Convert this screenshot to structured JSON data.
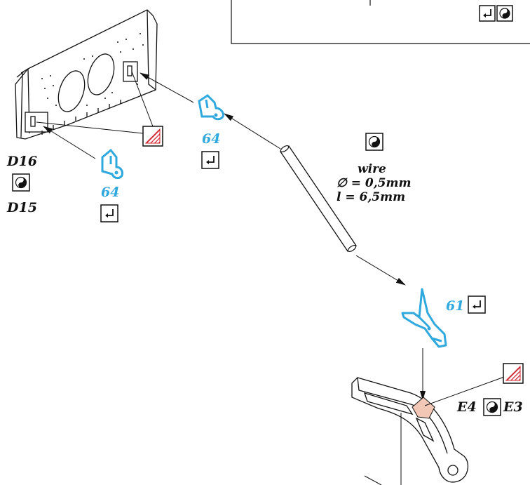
{
  "colors": {
    "part_blue": "#2fa8de",
    "paint_red": "#d0202e",
    "contact_pink": "#f3c7b6",
    "line": "#111111"
  },
  "icons": {
    "glue": "arrow-hook-icon",
    "pair": "yin-yang-icon",
    "paint": "red-hatch-swatch-icon"
  },
  "labels": {
    "part_left": "D16",
    "part_left_alt": "D15",
    "bracket_left_num": "64",
    "bracket_mid_num": "64",
    "wire_title": "wire",
    "wire_diameter": "∅ = 0,5mm",
    "wire_length": "l = 6,5mm",
    "fork_num": "61",
    "arm_left": "E4",
    "arm_right": "E3"
  }
}
